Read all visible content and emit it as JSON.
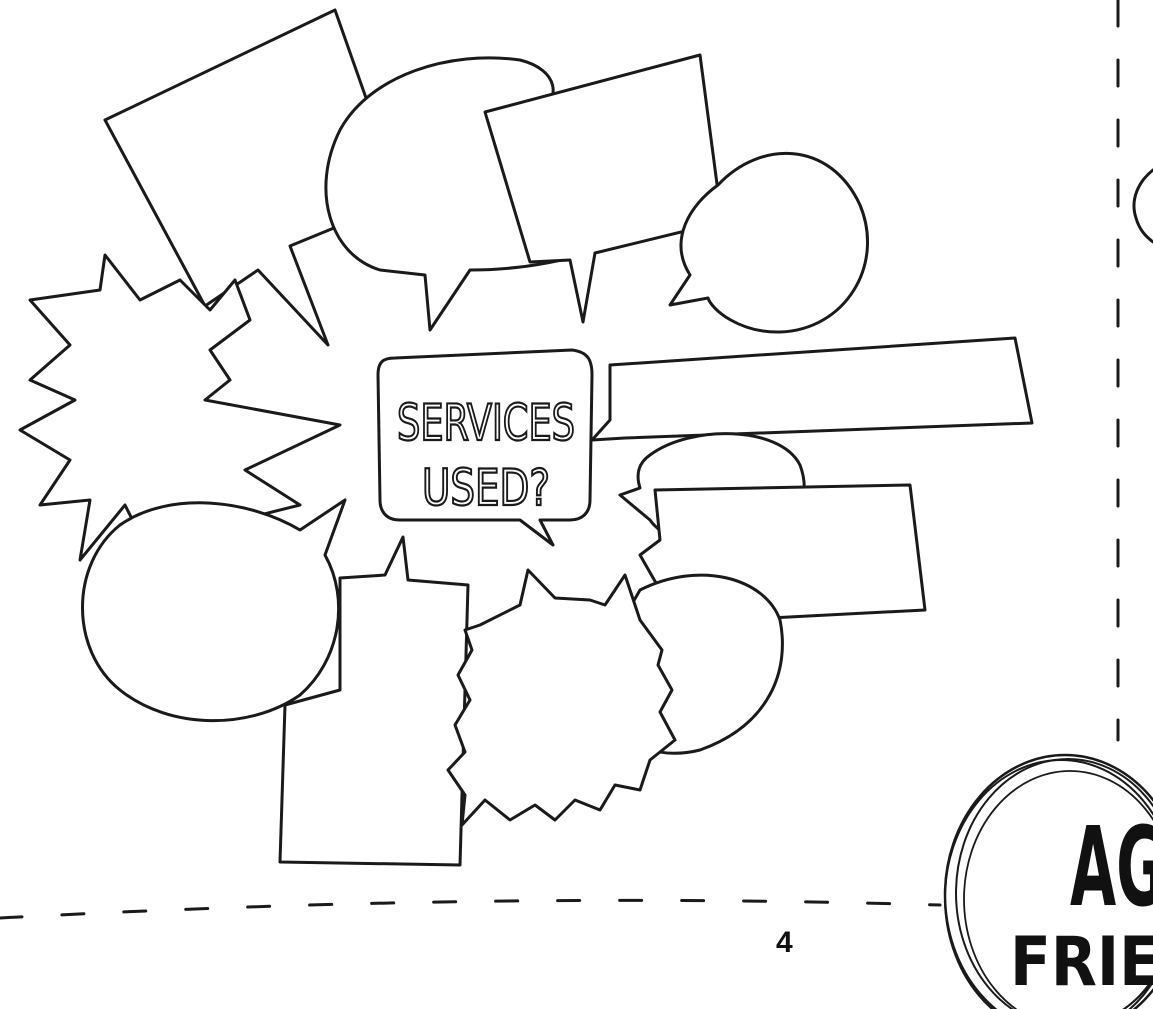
{
  "center_bubble": {
    "line1": "SERVICES",
    "line2": "USED?"
  },
  "badge": {
    "line1": "AG",
    "line2": "FRIE"
  },
  "page_number": "4",
  "colors": {
    "ink": "#1a1a1a",
    "paper": "#ffffff"
  }
}
